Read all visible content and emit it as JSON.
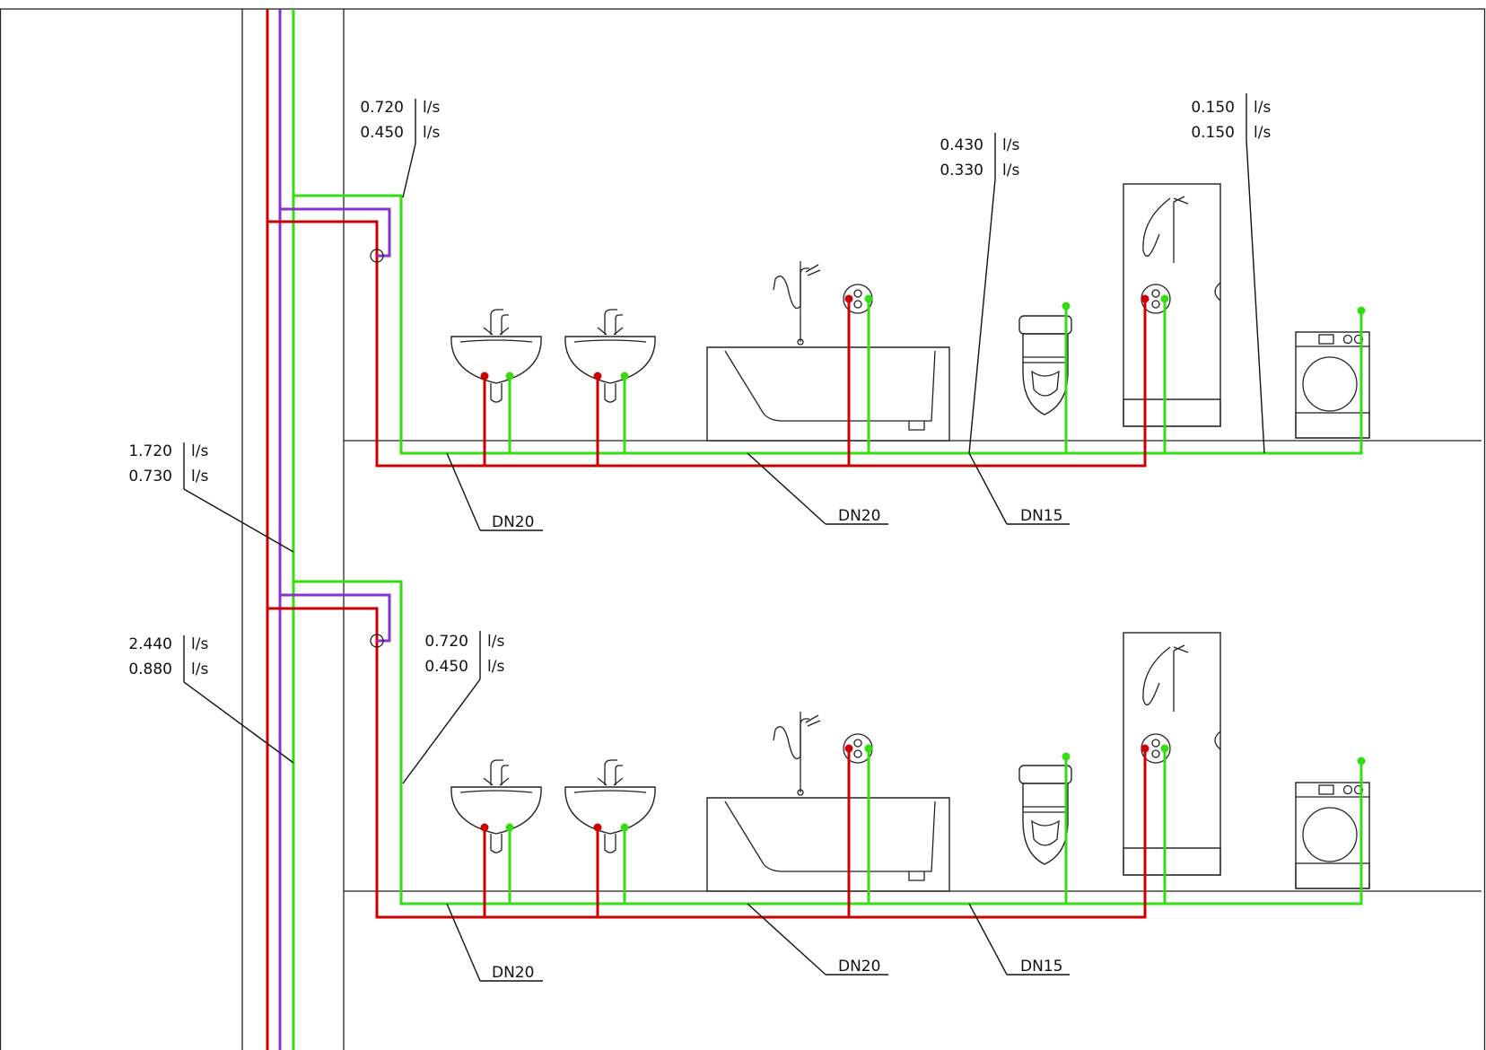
{
  "colors": {
    "hot_water": "#cc0000",
    "cold_water": "#33dd11",
    "circulation": "#8833cc",
    "linework": "#222222"
  },
  "flow_labels": [
    {
      "id": "upper-riser-branch",
      "value1": "0.720",
      "value2": "0.450",
      "unit": "l/s"
    },
    {
      "id": "upper-toilet",
      "value1": "0.430",
      "value2": "0.330",
      "unit": "l/s"
    },
    {
      "id": "upper-end",
      "value1": "0.150",
      "value2": "0.150",
      "unit": "l/s"
    },
    {
      "id": "riser-upper",
      "value1": "1.720",
      "value2": "0.730",
      "unit": "l/s"
    },
    {
      "id": "riser-lower",
      "value1": "2.440",
      "value2": "0.880",
      "unit": "l/s"
    },
    {
      "id": "lower-riser-branch",
      "value1": "0.720",
      "value2": "0.450",
      "unit": "l/s"
    }
  ],
  "pipe_labels": [
    {
      "id": "upper-1",
      "text": "DN20"
    },
    {
      "id": "upper-2",
      "text": "DN20"
    },
    {
      "id": "upper-3",
      "text": "DN15"
    },
    {
      "id": "lower-1",
      "text": "DN20"
    },
    {
      "id": "lower-2",
      "text": "DN20"
    },
    {
      "id": "lower-3",
      "text": "DN15"
    }
  ],
  "fixture_icons": [
    "washbasin-icon",
    "washbasin-icon",
    "bathtub-icon",
    "toilet-icon",
    "shower-cabinet-icon",
    "washing-machine-icon"
  ]
}
